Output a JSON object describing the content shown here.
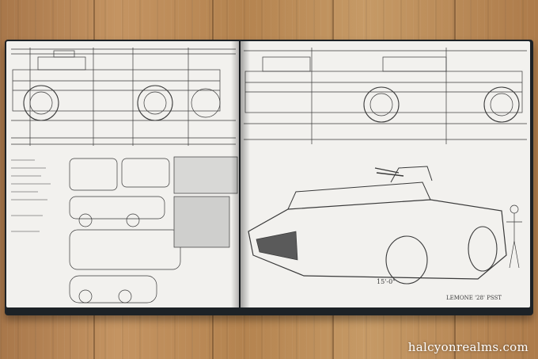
{
  "scene": {
    "wood_color": "#b98a5a",
    "page_color": "#f2f1ee",
    "ink_color": "#3a3a3a"
  },
  "annotations": {
    "scale_note": "15'-0\"",
    "signature": "LEMONE  '28'  PSST"
  },
  "watermark": {
    "text": "halcyonrealms.com"
  }
}
